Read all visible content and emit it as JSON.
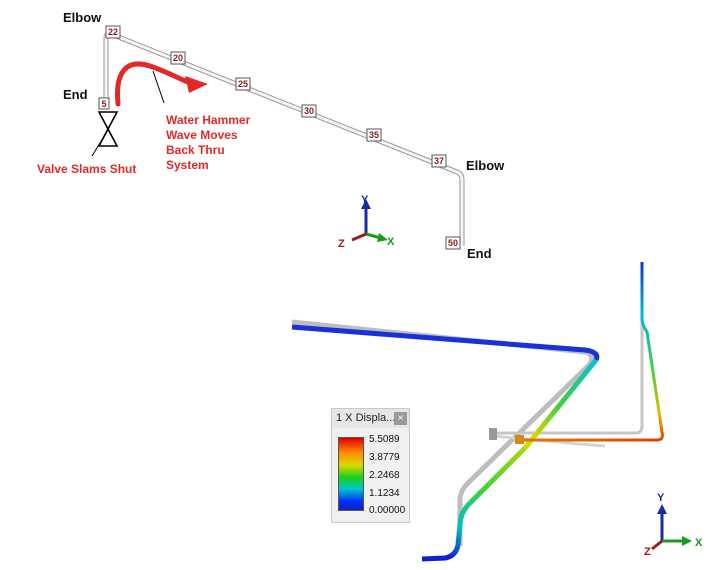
{
  "top_labels": {
    "elbow_left": "Elbow",
    "end_left": "End",
    "elbow_right": "Elbow",
    "end_right": "End",
    "valve": "Valve Slams Shut",
    "water_hammer_lines": [
      "Water Hammer",
      "Wave Moves",
      "Back Thru",
      "System"
    ]
  },
  "nodes": [
    "22",
    "20",
    "25",
    "30",
    "35",
    "37",
    "50",
    "5"
  ],
  "axis_top": {
    "x": "X",
    "y": "Y",
    "z": "Z"
  },
  "axis_bottom": {
    "x": "X",
    "y": "Y",
    "z": "Z"
  },
  "legend": {
    "title": "1 X Displa...",
    "close": "×",
    "values": [
      "5.5089",
      "3.8779",
      "2.2468",
      "1.1234",
      "0.00000"
    ]
  },
  "colors": {
    "annotation_red": "#e02a2a",
    "pipe_grey": "#b9b9b9",
    "axis_x": "#1a9a1a",
    "axis_y": "#1a2aa0",
    "axis_z": "#a01a1a"
  }
}
